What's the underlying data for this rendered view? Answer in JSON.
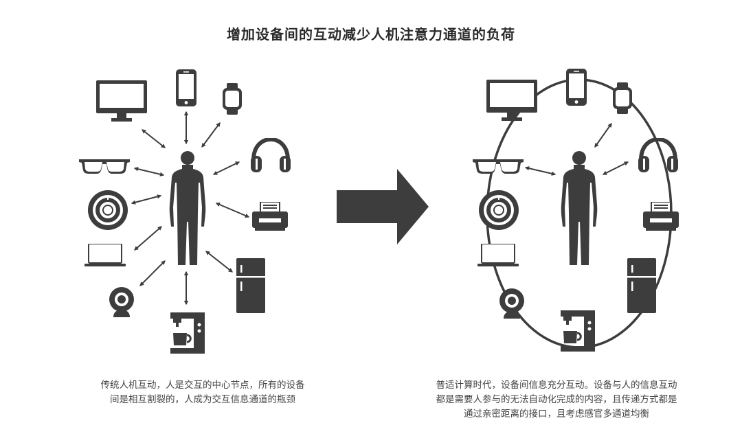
{
  "title": "增加设备间的互动减少人机注意力通道的负荷",
  "left_caption": {
    "line1": "传统人机互动，人是交互的中心节点，所有的设备",
    "line2": "间是相互割裂的，人成为交互信息通道的瓶颈"
  },
  "right_caption": {
    "line1": "普适计算时代，设备间信息充分互动。设备与人的信息互动",
    "line2": "都是需要人参与的无法自动化完成的内容，且传递方式都是",
    "line3": "通过亲密距离的接口，且考虑感官多通道均衡"
  },
  "colors": {
    "icon": "#3d3d3d",
    "text": "#444444",
    "background": "#ffffff"
  },
  "icons": [
    "monitor-icon",
    "phone-icon",
    "watch-icon",
    "headphones-icon",
    "printer-icon",
    "fridge-icon",
    "coffee-machine-icon",
    "webcam-icon",
    "laptop-icon",
    "robot-vacuum-icon",
    "glasses-icon",
    "person-icon",
    "arrow-right-icon"
  ]
}
